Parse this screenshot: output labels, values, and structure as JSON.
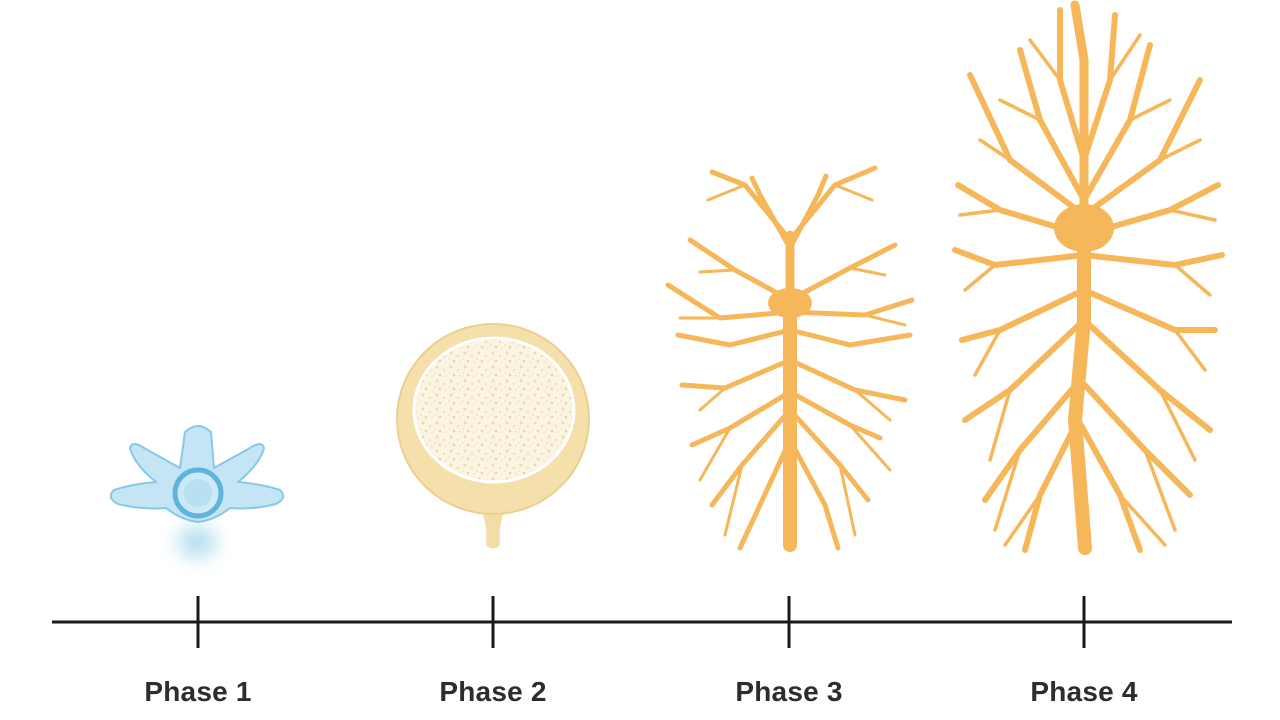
{
  "phases": [
    {
      "label": "Phase 1",
      "icon": "vertebra-icon"
    },
    {
      "label": "Phase 2",
      "icon": "bone-cross-section-icon"
    },
    {
      "label": "Phase 3",
      "icon": "branching-cell-icon"
    },
    {
      "label": "Phase 4",
      "icon": "large-branching-cell-icon"
    }
  ],
  "colors": {
    "timeline": "#1a1a1a",
    "label": "#2d2d2d",
    "vertebra_fill": "#bfe3f3",
    "vertebra_stroke": "#7cc3e4",
    "disc_rim": "#f4deaa",
    "disc_core": "#fbf3df",
    "branch": "#f5b759"
  }
}
